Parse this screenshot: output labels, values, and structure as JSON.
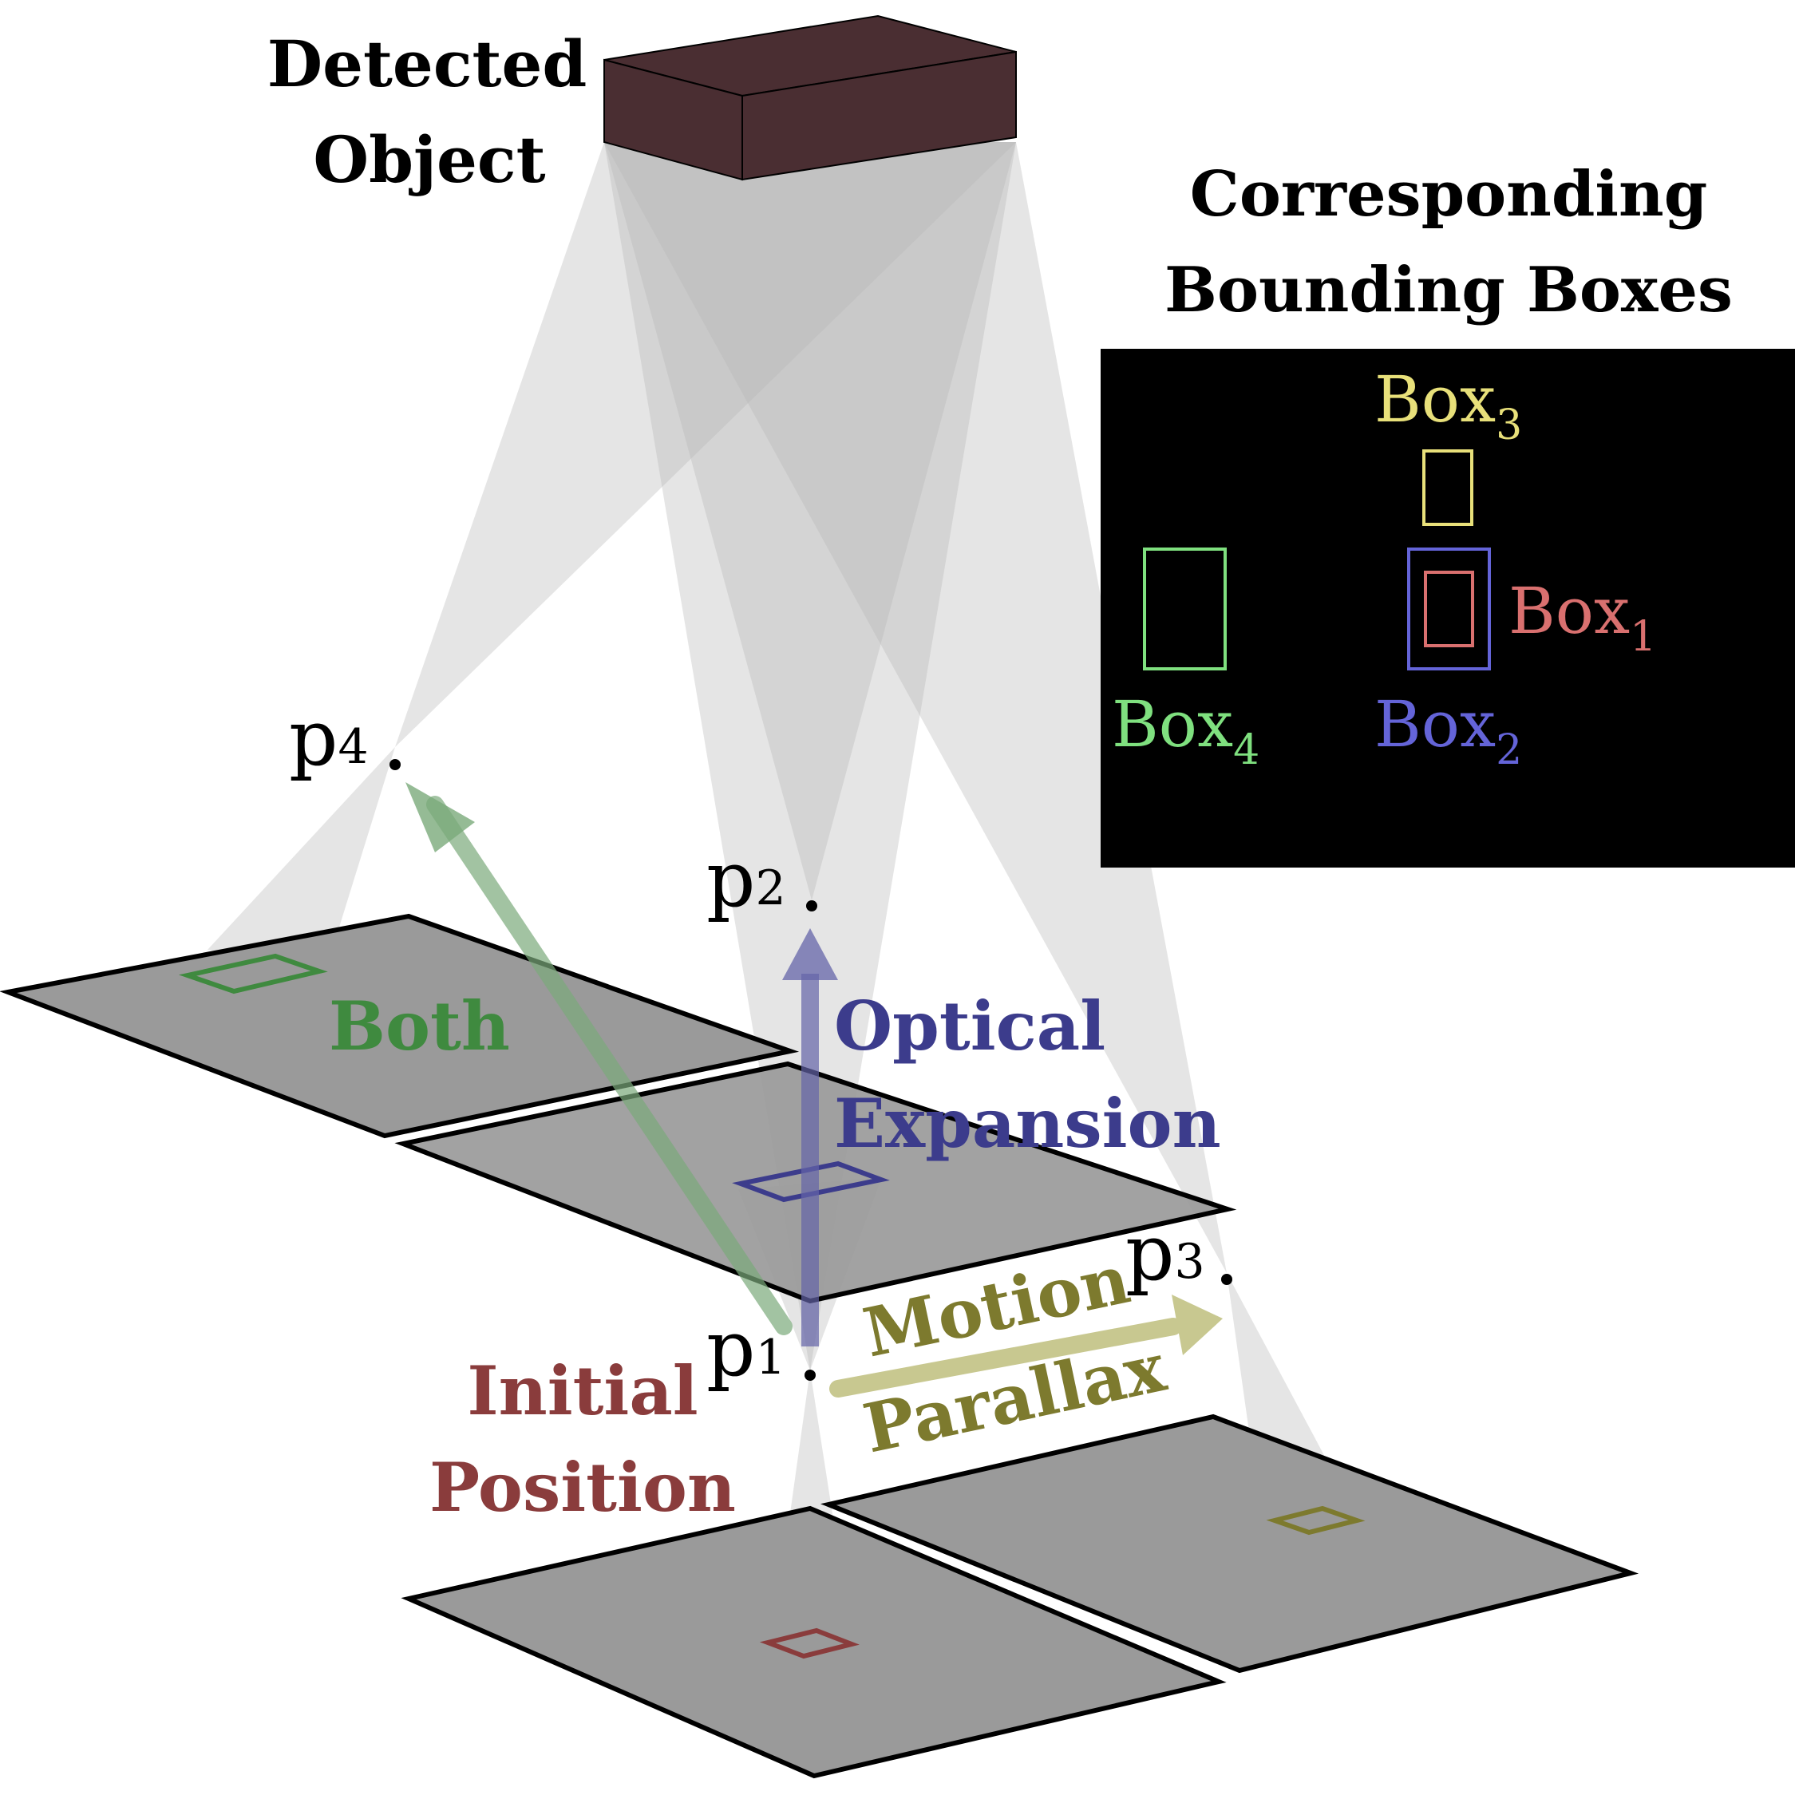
{
  "title": {
    "line1": "Detected",
    "line2": "Object"
  },
  "legend": {
    "title_line1": "Corresponding",
    "title_line2": "Bounding Boxes",
    "box1": {
      "base": "Box",
      "sub": "1"
    },
    "box2": {
      "base": "Box",
      "sub": "2"
    },
    "box3": {
      "base": "Box",
      "sub": "3"
    },
    "box4": {
      "base": "Box",
      "sub": "4"
    }
  },
  "points": {
    "p1": {
      "base": "p",
      "sub": "1"
    },
    "p2": {
      "base": "p",
      "sub": "2"
    },
    "p3": {
      "base": "p",
      "sub": "3"
    },
    "p4": {
      "base": "p",
      "sub": "4"
    }
  },
  "arrows": {
    "both": "Both",
    "optical_line1": "Optical",
    "optical_line2": "Expansion",
    "motion_line1": "Motion",
    "motion_line2": "Parallax",
    "initial_line1": "Initial",
    "initial_line2": "Position"
  },
  "colors": {
    "box1": "#d9706f",
    "box2": "#6464d8",
    "box3": "#e8e07a",
    "box4": "#7fe07f",
    "both": "#3f8a3f",
    "optical": "#3c3c8c",
    "motion": "#7d7a2e",
    "initial": "#8a3c3c",
    "object": "#4a2e32",
    "plane": "#9a9a9a"
  }
}
